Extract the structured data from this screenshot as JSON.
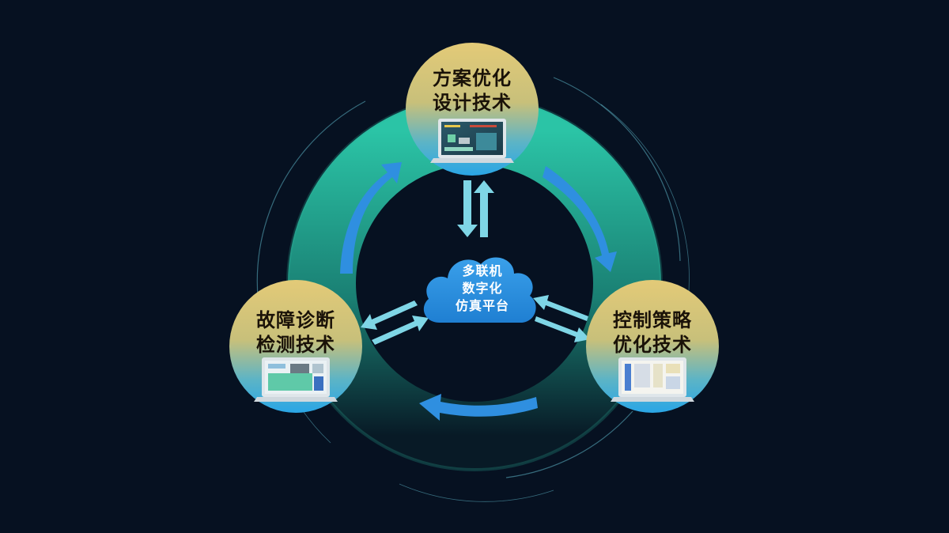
{
  "center": {
    "lines": [
      "多联机",
      "数字化",
      "仿真平台"
    ],
    "icon": "cloud-icon"
  },
  "nodes": [
    {
      "id": "top",
      "lines": [
        "方案优化",
        "设计技术"
      ],
      "icon": "laptop-icon"
    },
    {
      "id": "right",
      "lines": [
        "控制策略",
        "优化技术"
      ],
      "icon": "laptop-icon"
    },
    {
      "id": "left",
      "lines": [
        "故障诊断",
        "检测技术"
      ],
      "icon": "laptop-icon"
    }
  ],
  "colors": {
    "background": "#061121",
    "ring": "#2bb39a",
    "ring_dark": "#0c3a42",
    "node_top": "#e0c878",
    "node_bottom": "#2ea8e8",
    "cycle_arrow": "#2f8fe0",
    "exchange_arrow": "#7fd6e6",
    "cloud": "#2a8ee0"
  }
}
